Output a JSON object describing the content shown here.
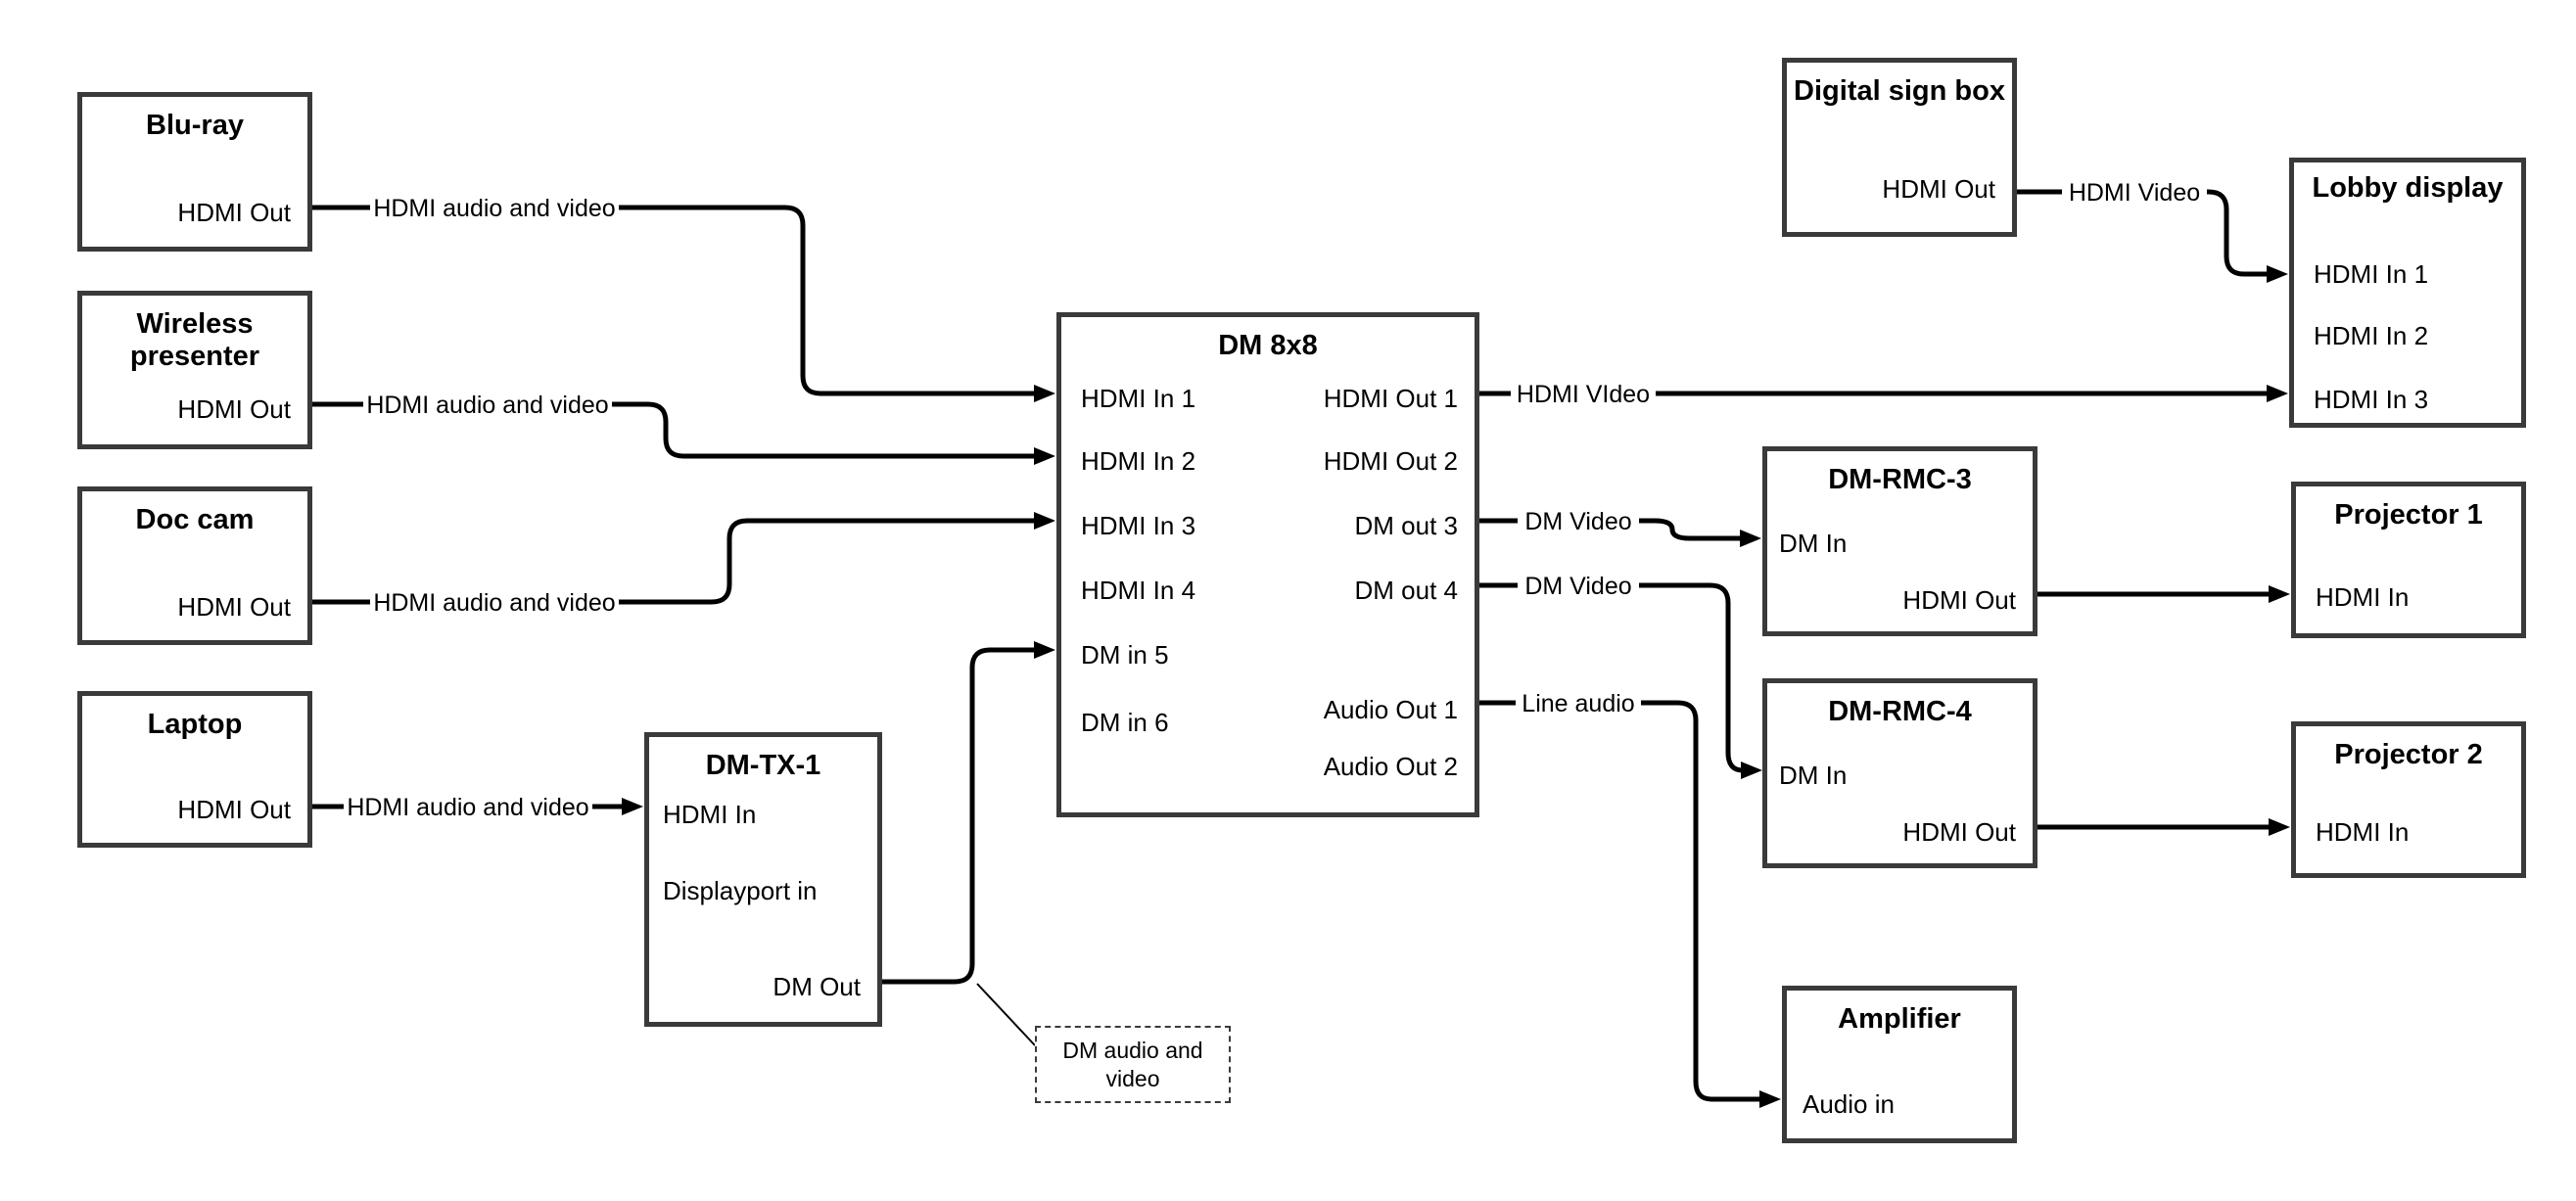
{
  "diagram": {
    "type": "av-signal-flow-diagram",
    "colors": {
      "box_border": "#3a3a3a",
      "line": "#000000",
      "background": "#ffffff"
    },
    "nodes": [
      {
        "id": "bluray",
        "title": "Blu-ray",
        "ports": [
          {
            "label": "HDMI Out"
          }
        ]
      },
      {
        "id": "wireless-presenter",
        "title": "Wireless presenter",
        "ports": [
          {
            "label": "HDMI Out"
          }
        ]
      },
      {
        "id": "doc-cam",
        "title": "Doc cam",
        "ports": [
          {
            "label": "HDMI Out"
          }
        ]
      },
      {
        "id": "laptop",
        "title": "Laptop",
        "ports": [
          {
            "label": "HDMI Out"
          }
        ]
      },
      {
        "id": "dm-tx-1",
        "title": "DM-TX-1",
        "ports": [
          {
            "label": "HDMI In"
          },
          {
            "label": "Displayport in"
          },
          {
            "label": "DM Out"
          }
        ]
      },
      {
        "id": "dm-8x8",
        "title": "DM 8x8",
        "ports": [
          {
            "label": "HDMI In 1"
          },
          {
            "label": "HDMI In 2"
          },
          {
            "label": "HDMI In 3"
          },
          {
            "label": "HDMI In 4"
          },
          {
            "label": "DM in 5"
          },
          {
            "label": "DM in 6"
          },
          {
            "label": "HDMI Out 1"
          },
          {
            "label": "HDMI Out 2"
          },
          {
            "label": "DM out 3"
          },
          {
            "label": "DM out 4"
          },
          {
            "label": "Audio Out 1"
          },
          {
            "label": "Audio Out 2"
          }
        ]
      },
      {
        "id": "digital-sign-box",
        "title": "Digital sign box",
        "ports": [
          {
            "label": "HDMI Out"
          }
        ]
      },
      {
        "id": "lobby-display",
        "title": "Lobby display",
        "ports": [
          {
            "label": "HDMI In 1"
          },
          {
            "label": "HDMI In 2"
          },
          {
            "label": "HDMI In 3"
          }
        ]
      },
      {
        "id": "dm-rmc-3",
        "title": "DM-RMC-3",
        "ports": [
          {
            "label": "DM In"
          },
          {
            "label": "HDMI Out"
          }
        ]
      },
      {
        "id": "projector-1",
        "title": "Projector 1",
        "ports": [
          {
            "label": "HDMI In"
          }
        ]
      },
      {
        "id": "dm-rmc-4",
        "title": "DM-RMC-4",
        "ports": [
          {
            "label": "DM In"
          },
          {
            "label": "HDMI Out"
          }
        ]
      },
      {
        "id": "projector-2",
        "title": "Projector 2",
        "ports": [
          {
            "label": "HDMI In"
          }
        ]
      },
      {
        "id": "amplifier",
        "title": "Amplifier",
        "ports": [
          {
            "label": "Audio in"
          }
        ]
      }
    ],
    "edges": [
      {
        "from": "Blu-ray HDMI Out",
        "to": "DM 8x8 HDMI In 1",
        "label": "HDMI audio and video"
      },
      {
        "from": "Wireless presenter HDMI Out",
        "to": "DM 8x8 HDMI In 2",
        "label": "HDMI audio and video"
      },
      {
        "from": "Doc cam HDMI Out",
        "to": "DM 8x8 HDMI In 3",
        "label": "HDMI audio and video"
      },
      {
        "from": "Laptop HDMI Out",
        "to": "DM-TX-1 HDMI In",
        "label": "HDMI audio and video"
      },
      {
        "from": "DM-TX-1 DM Out",
        "to": "DM 8x8 DM in 5",
        "label": ""
      },
      {
        "from": "DM 8x8 HDMI Out 1",
        "to": "Lobby display HDMI In 3",
        "label": "HDMI VIdeo"
      },
      {
        "from": "DM 8x8 DM out 3",
        "to": "DM-RMC-3 DM In",
        "label": "DM Video"
      },
      {
        "from": "DM 8x8 DM out 4",
        "to": "DM-RMC-4 DM In",
        "label": "DM Video"
      },
      {
        "from": "DM 8x8 Audio Out 1",
        "to": "Amplifier Audio in",
        "label": "Line audio"
      },
      {
        "from": "Digital sign box HDMI Out",
        "to": "Lobby display HDMI In 1",
        "label": "HDMI Video"
      },
      {
        "from": "DM-RMC-3 HDMI Out",
        "to": "Projector 1 HDMI In",
        "label": ""
      },
      {
        "from": "DM-RMC-4 HDMI Out",
        "to": "Projector 2 HDMI In",
        "label": ""
      }
    ],
    "callout": {
      "text": "DM audio and video",
      "attached_to": "DM-TX-1 DM Out line"
    }
  }
}
